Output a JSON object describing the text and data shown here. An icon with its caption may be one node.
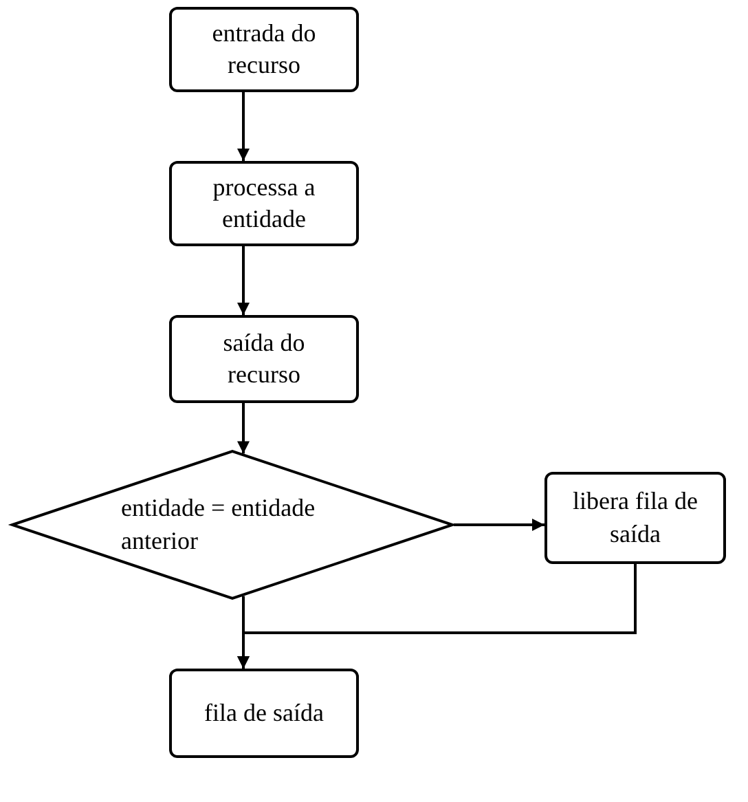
{
  "diagram": {
    "nodes": [
      {
        "text": [
          "entrada do recurso"
        ]
      },
      {
        "text": [
          "processa a entidade"
        ]
      },
      {
        "text": [
          "saída do recurso"
        ]
      },
      {
        "text": [
          "entidade = entidade anterior"
        ]
      },
      {
        "text": [
          "libera fila de saída"
        ]
      },
      {
        "text": [
          "fila de saída"
        ]
      }
    ],
    "edges": [
      {
        "from": 0,
        "to": 1,
        "arrow": "to"
      },
      {
        "from": 1,
        "to": 2,
        "arrow": "to"
      },
      {
        "from": 2,
        "to": 3,
        "arrow": "to"
      },
      {
        "from": 3,
        "to": 4,
        "arrow": "to"
      },
      {
        "from": 4,
        "to": 5,
        "arrow": "to"
      },
      {
        "from": 3,
        "to": 5,
        "arrow": "to"
      }
    ]
  }
}
